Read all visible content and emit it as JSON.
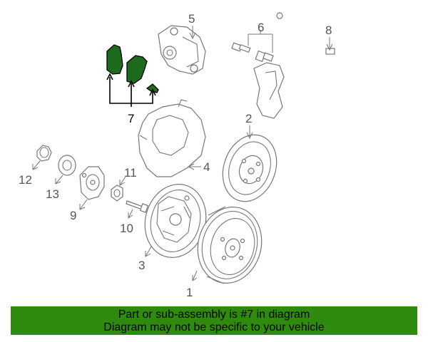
{
  "callouts": {
    "c1": "1",
    "c2": "2",
    "c3": "3",
    "c4": "4",
    "c5": "5",
    "c6": "6",
    "c7": "7",
    "c8": "8",
    "c9": "9",
    "c10": "10",
    "c11": "11",
    "c12": "12",
    "c13": "13"
  },
  "banner": {
    "line1": "Part or sub-assembly is #7 in diagram",
    "line2": "Diagram may not be specific to your vehicle"
  },
  "colors": {
    "banner_bg": "#2e8b0e",
    "highlight_part": "#1e6b1e",
    "line_gray": "#777777"
  }
}
